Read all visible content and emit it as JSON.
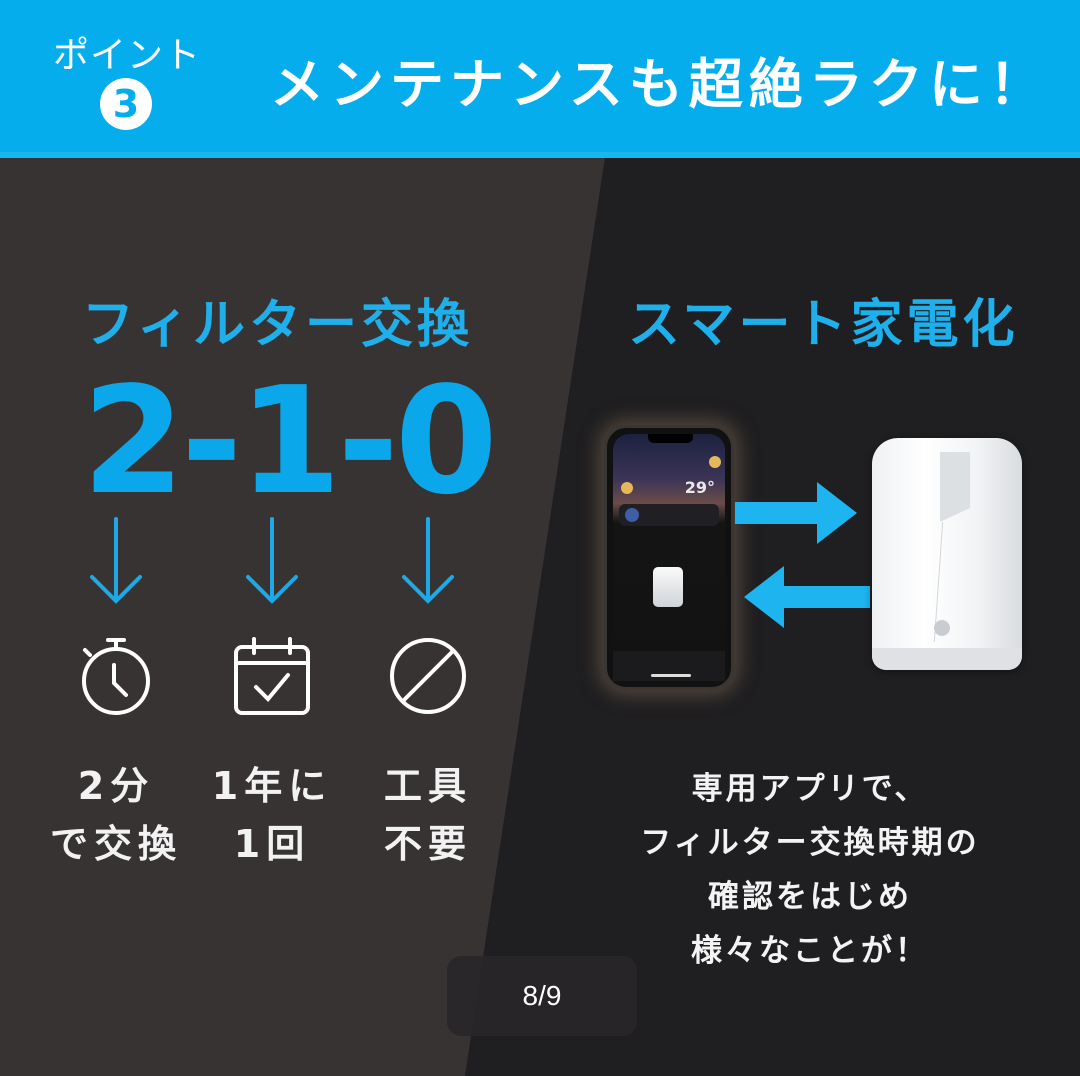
{
  "header": {
    "point_label": "ポイント",
    "point_number": "3",
    "headline": "メンテナンスも超絶ラクに！",
    "background_color": "#06aded"
  },
  "left": {
    "title": "フィルター交換",
    "big_number": "2-1-0",
    "accent_color": "#0aa8ea",
    "items": [
      {
        "icon": "stopwatch-icon",
        "text": "2分\nで交換"
      },
      {
        "icon": "calendar-check-icon",
        "text": "1年に\n1回"
      },
      {
        "icon": "prohibited-icon",
        "text": "工具\n不要"
      }
    ]
  },
  "right": {
    "title": "スマート家電化",
    "phone": {
      "temperature": "29°"
    },
    "description": "専用アプリで、\nフィルター交換時期の\n確認をはじめ\n様々なことが！"
  },
  "pager": {
    "label": "8/9",
    "current": 8,
    "total": 9
  }
}
